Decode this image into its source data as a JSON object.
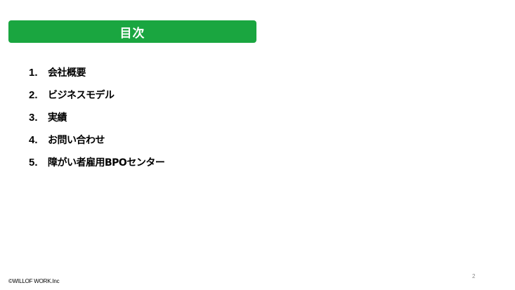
{
  "slide": {
    "title": "目次",
    "accent_color": "#1aa640",
    "toc": [
      {
        "num": "1.",
        "label": "会社概要"
      },
      {
        "num": "2.",
        "label": "ビジネスモデル"
      },
      {
        "num": "3.",
        "label": "実績"
      },
      {
        "num": "4.",
        "label": "お問い合わせ"
      },
      {
        "num": "5.",
        "label": "障がい者雇用BPOセンター"
      }
    ],
    "footer": "©WILLOF WORK.Inc",
    "page_number": "2"
  }
}
